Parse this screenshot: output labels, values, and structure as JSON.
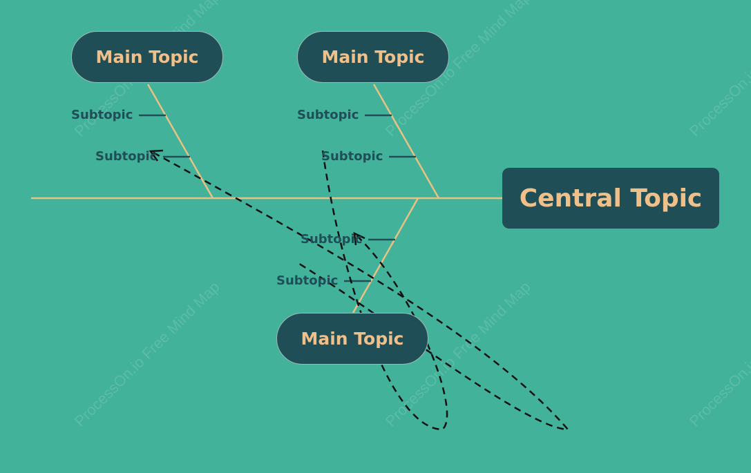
{
  "diagram": {
    "central_topic": "Central Topic",
    "main_topics": [
      {
        "label": "Main Topic",
        "subtopics": [
          "Subtopic",
          "Subtopic"
        ]
      },
      {
        "label": "Main Topic",
        "subtopics": [
          "Subtopic",
          "Subtopic"
        ]
      },
      {
        "label": "Main Topic",
        "subtopics": [
          "Subtopic",
          "Subtopic"
        ]
      }
    ]
  },
  "watermark": "ProcessOn.io Free Mind Map",
  "colors": {
    "background": "#43b29b",
    "node_fill": "#1f4e57",
    "node_text": "#f0c08a",
    "bone_line": "#e8c283",
    "subtopic_text": "#1f4e57",
    "connector_dash": "#111111"
  }
}
